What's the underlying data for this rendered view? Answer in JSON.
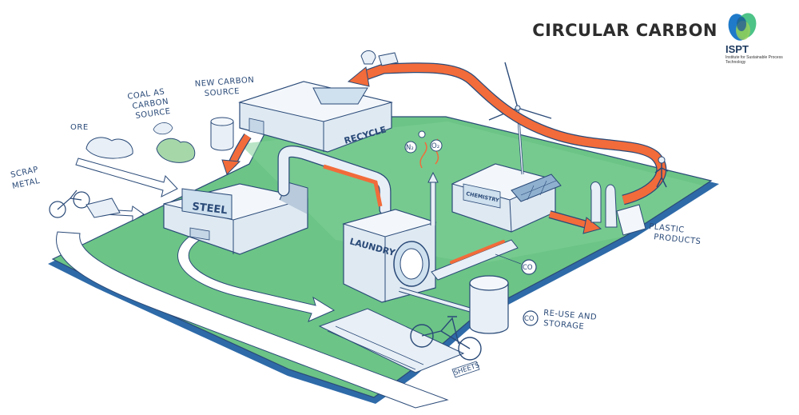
{
  "header": {
    "title": "CIRCULAR CARBON",
    "logo_name": "ISPT",
    "logo_subtitle": "Institute for Sustainable Process Technology"
  },
  "labels": {
    "ore": "ORE",
    "coal_line1": "COAL AS",
    "coal_line2": "CARBON",
    "coal_line3": "SOURCE",
    "new_carbon_line1": "NEW CARBON",
    "new_carbon_line2": "SOURCE",
    "scrap_line1": "SCRAP",
    "scrap_line2": "METAL",
    "plastic_line1": "PLASTIC",
    "plastic_line2": "PRODUCTS",
    "reuse_line1": "RE-USE AND",
    "reuse_line2": "STORAGE",
    "co": "CO",
    "co2": "CO",
    "n2": "N₂",
    "o2": "O₂",
    "steel": "STEEL",
    "recycle": "RECYCLE",
    "laundry": "LAUNDRY",
    "chemistry": "CHEMISTRY",
    "sheets": "SHEETS"
  },
  "colors": {
    "land": "#6cc486",
    "land_edge": "#2e6aa8",
    "building": "#e8eff6",
    "outline": "#2a4a78",
    "carbon_flow": "#f26b3a",
    "material_flow": "#ffffff"
  }
}
